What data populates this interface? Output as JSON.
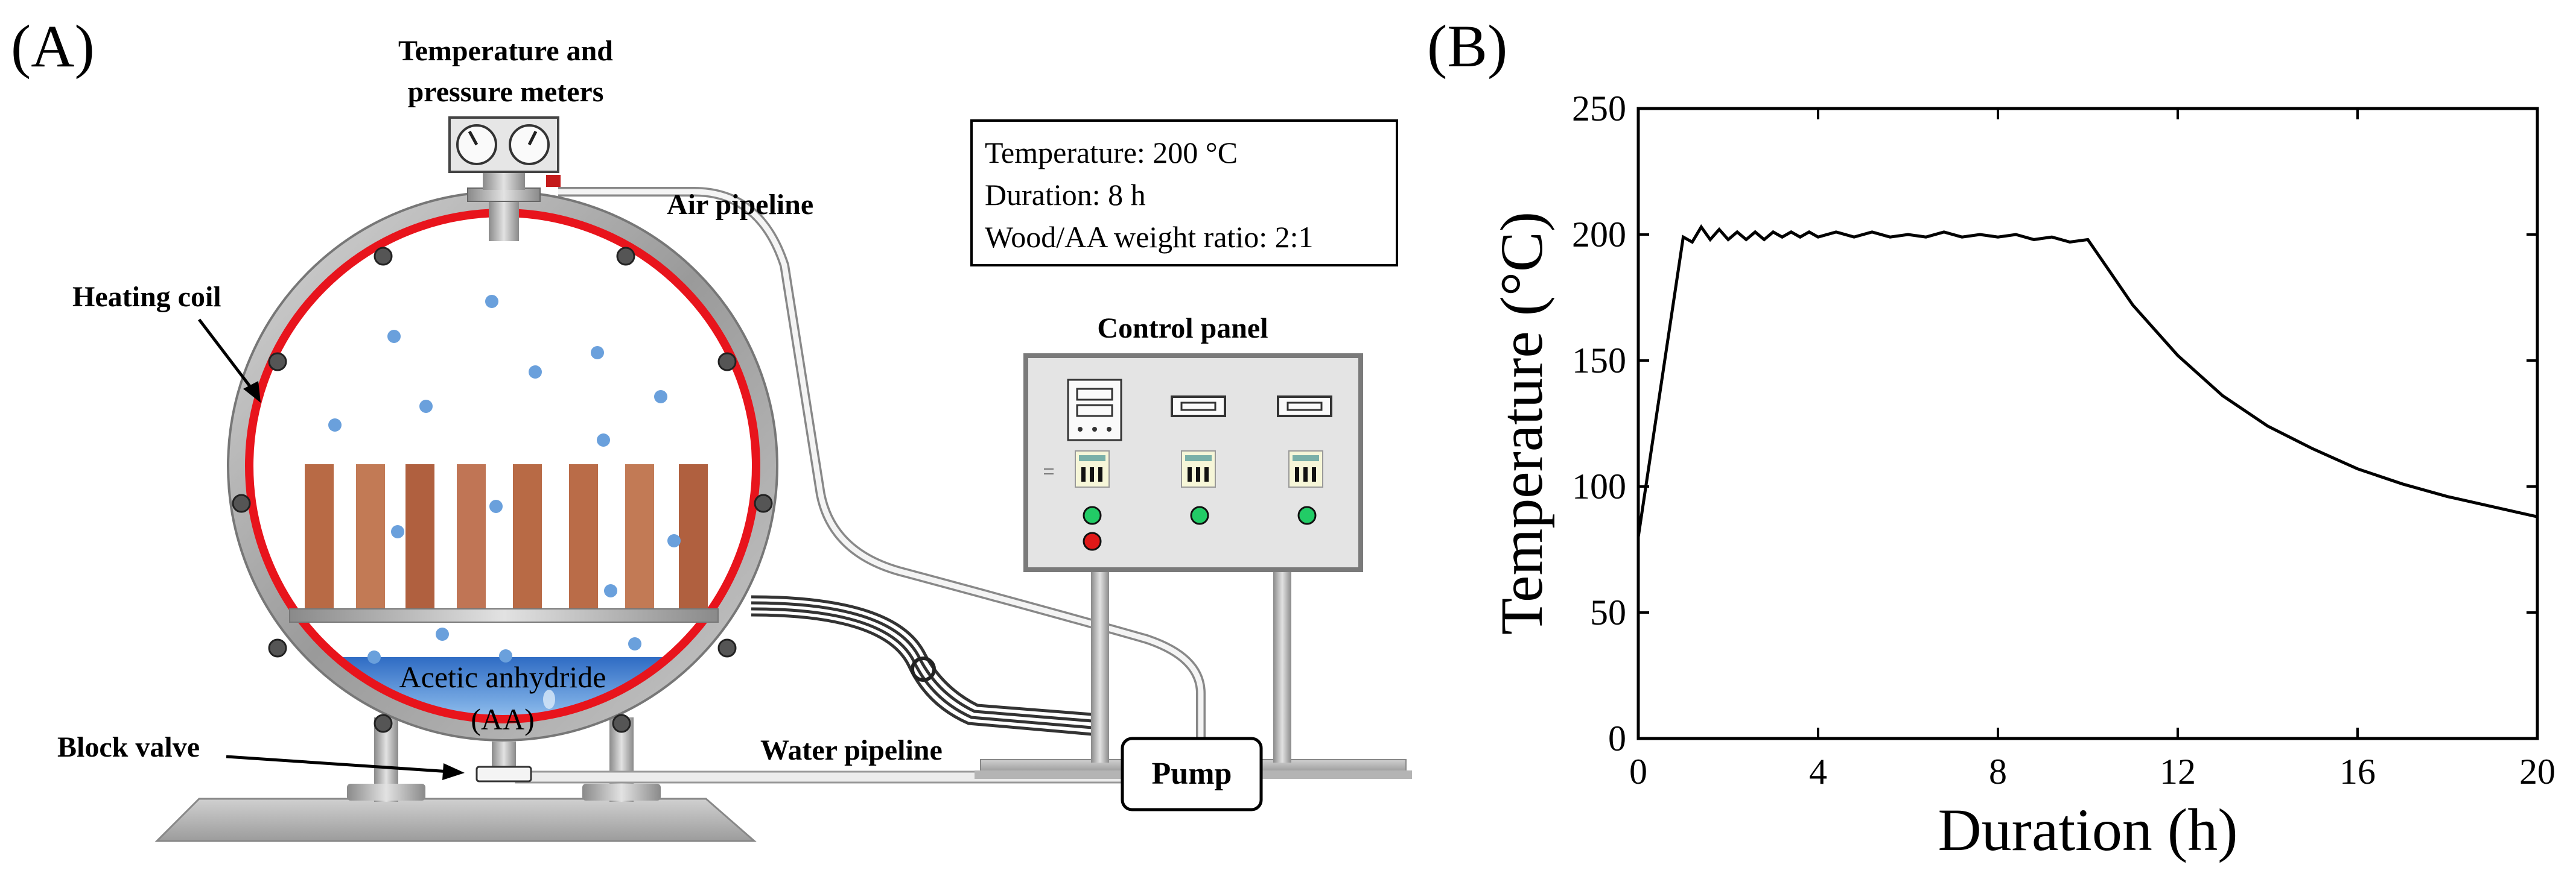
{
  "panel_a": {
    "label": "(A)",
    "meters_label_1": "Temperature and",
    "meters_label_2": "pressure meters",
    "air_pipeline": "Air pipeline",
    "heating_coil": "Heating coil",
    "acetic_line1": "Acetic anhydride",
    "acetic_line2": "(AA)",
    "block_valve": "Block valve",
    "water_pipeline": "Water pipeline",
    "pump": "Pump",
    "control_panel": "Control panel",
    "info_line1": "Temperature: 200 °C",
    "info_line2": "Duration: 8 h",
    "info_line3": "Wood/AA weight ratio: 2:1"
  },
  "panel_b": {
    "label": "(B)"
  },
  "colors": {
    "heating_coil": "#e8141c",
    "wood": "#b86a45",
    "droplet": "#6aa0dc",
    "liquid": "#3f7fd0",
    "indicator_green": "#22cc66",
    "indicator_red": "#e01818"
  },
  "chart_data": {
    "type": "line",
    "xlabel": "Duration (h)",
    "ylabel": "Temperature (°C)",
    "xlim": [
      0,
      20
    ],
    "ylim": [
      0,
      250
    ],
    "xticks": [
      0,
      4,
      8,
      12,
      16,
      20
    ],
    "yticks": [
      0,
      50,
      100,
      150,
      200,
      250
    ],
    "grid": false,
    "series": [
      {
        "x": [
          0,
          1.0,
          1.2,
          1.4,
          1.6,
          1.8,
          2.0,
          2.2,
          2.4,
          2.6,
          2.8,
          3.0,
          3.2,
          3.4,
          3.6,
          3.8,
          4.0,
          4.4,
          4.8,
          5.2,
          5.6,
          6.0,
          6.4,
          6.8,
          7.2,
          7.6,
          8.0,
          8.4,
          8.8,
          9.2,
          9.6,
          10.0,
          10.5,
          11.0,
          12.0,
          13.0,
          14.0,
          15.0,
          16.0,
          17.0,
          18.0,
          19.0,
          20.0
        ],
        "y": [
          80,
          199,
          197,
          203,
          198,
          202,
          198,
          201,
          198,
          201,
          198,
          201,
          199,
          201,
          199,
          201,
          199,
          201,
          199,
          201,
          199,
          200,
          199,
          201,
          199,
          200,
          199,
          200,
          198,
          199,
          197,
          198,
          185,
          172,
          152,
          136,
          124,
          115,
          107,
          101,
          96,
          92,
          88
        ]
      }
    ]
  }
}
